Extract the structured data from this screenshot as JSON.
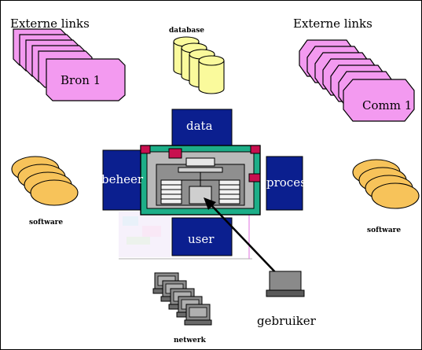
{
  "labels": {
    "external_links_left": "Externe links",
    "external_links_right": "Externe links",
    "database": "database",
    "bron": "Bron 1",
    "comm": "Comm 1",
    "data": "data",
    "beheer": "beheer",
    "proces": "proces",
    "user": "user",
    "software_left": "software",
    "software_right": "software",
    "network": "netwerk",
    "gebruiker": "gebruiker"
  },
  "colors": {
    "blue_box": "#0b1f8f",
    "pink": "#f39af0",
    "yellow": "#fafa9c",
    "orange": "#f7c35a",
    "teal": "#1dae88",
    "crimson": "#c8104f",
    "gray": "#9c9c9c",
    "dark_gray": "#555555"
  },
  "icons": {
    "source_stack": "pink-document-stack-icon",
    "comm_stack": "pink-octagon-stack-icon",
    "database": "cylinder-stack-icon",
    "software": "disk-stack-icon",
    "network": "computer-stack-icon",
    "user": "terminal-icon"
  }
}
